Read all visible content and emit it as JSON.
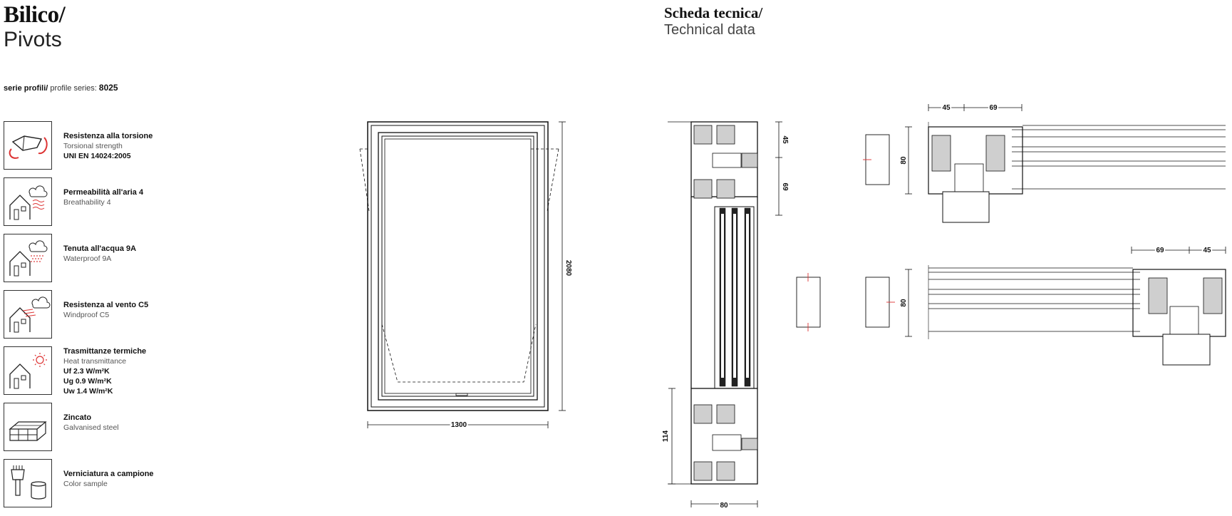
{
  "header": {
    "title_it": "Bilico/",
    "title_en": "Pivots",
    "series_label_it": "serie profili/",
    "series_label_en": "profile series:",
    "series_number": "8025",
    "section_it": "Scheda tecnica/",
    "section_en": "Technical data"
  },
  "features": [
    {
      "icon": "torsion-icon",
      "it": "Resistenza alla torsione",
      "en": "Torsional strength",
      "extra": [
        "UNI EN 14024:2005"
      ]
    },
    {
      "icon": "air-permeability-icon",
      "it": "Permeabilità all'aria 4",
      "en": "Breathability 4",
      "extra": []
    },
    {
      "icon": "water-tightness-icon",
      "it": "Tenuta all'acqua 9A",
      "en": "Waterproof 9A",
      "extra": []
    },
    {
      "icon": "wind-resistance-icon",
      "it": "Resistenza al vento C5",
      "en": "Windproof C5",
      "extra": []
    },
    {
      "icon": "thermal-transmittance-icon",
      "it": "Trasmittanze termiche",
      "en": "Heat transmittance",
      "extra": [
        "Uf 2.3 W/m²K",
        "Ug 0.9 W/m²K",
        "Uw 1.4 W/m²K"
      ]
    },
    {
      "icon": "galvanised-steel-icon",
      "it": "Zincato",
      "en": "Galvanised steel",
      "extra": []
    },
    {
      "icon": "paint-sample-icon",
      "it": "Verniciatura a campione",
      "en": "Color sample",
      "extra": []
    }
  ],
  "drawings": {
    "window_width": "1300",
    "window_height": "2080",
    "vertical_section": {
      "top_dim_1": "45",
      "top_dim_2": "69",
      "bottom_dim": "114",
      "width_dim": "80"
    },
    "horizontal_section_top": {
      "dim_a": "45",
      "dim_b": "69",
      "height": "80"
    },
    "horizontal_section_bottom": {
      "dim_a": "69",
      "dim_b": "45",
      "height": "80"
    }
  }
}
